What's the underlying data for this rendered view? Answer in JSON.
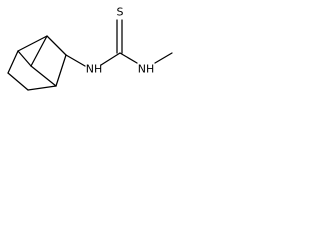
{
  "molecule": {
    "atoms": {
      "sulfur": "S",
      "amine_left": "NH",
      "amine_right": "NH"
    }
  },
  "colors": {
    "bond": "#000000",
    "label": "#000000",
    "background": "#ffffff"
  }
}
